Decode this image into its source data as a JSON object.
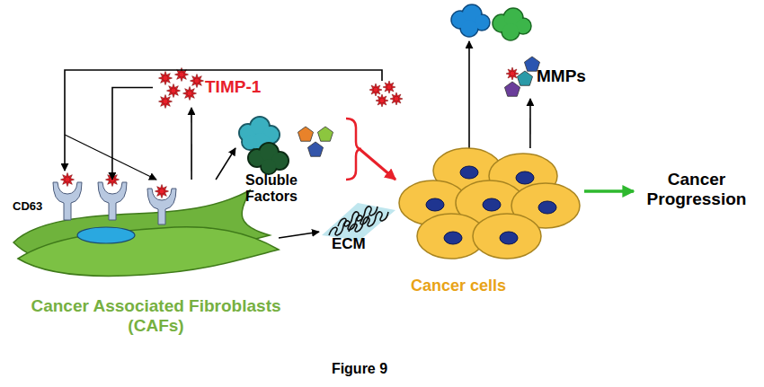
{
  "diagram": {
    "caption": "Figure 9",
    "nodes": [
      {
        "text": [
          "Cancer Associated Fibroblasts (CAFs)"
        ]
      },
      {
        "text": [
          "TIMP-1"
        ]
      },
      {
        "text": [
          "Soluble Factors"
        ]
      },
      {
        "text": [
          "ECM"
        ]
      },
      {
        "text": [
          "Cancer cells"
        ]
      },
      {
        "text": [
          "MMPs"
        ]
      },
      {
        "text": [
          "Cancer Progression"
        ]
      }
    ],
    "edges": [
      {
        "from": 0,
        "to": 1,
        "arrow": "to"
      },
      {
        "from": 1,
        "to": 0,
        "arrow": "to"
      },
      {
        "from": 0,
        "to": 2,
        "arrow": "to"
      },
      {
        "from": 0,
        "to": 3,
        "arrow": "to"
      },
      {
        "from": 2,
        "to": 4,
        "arrow": "to"
      },
      {
        "from": 4,
        "to": 5,
        "arrow": "to"
      },
      {
        "from": 4,
        "to": 6,
        "arrow": "to"
      }
    ],
    "labels": [
      "CD63"
    ]
  }
}
